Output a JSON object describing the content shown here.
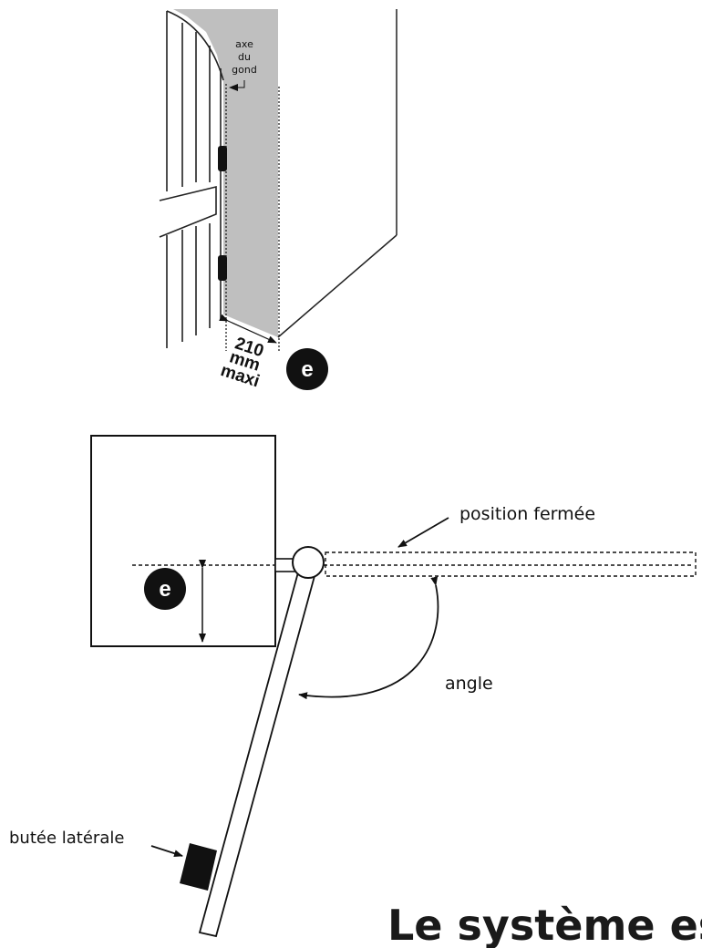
{
  "top_diagram": {
    "hinge_axis_label": [
      "axe",
      "du",
      "gond"
    ],
    "dimension_label": [
      "210",
      "mm",
      "maxi"
    ],
    "marker_label": "e"
  },
  "bottom_diagram": {
    "closed_position_label": "position fermée",
    "angle_label": "angle",
    "side_stop_label": "butée latérale",
    "marker_label": "e"
  },
  "heading": "Le système es"
}
